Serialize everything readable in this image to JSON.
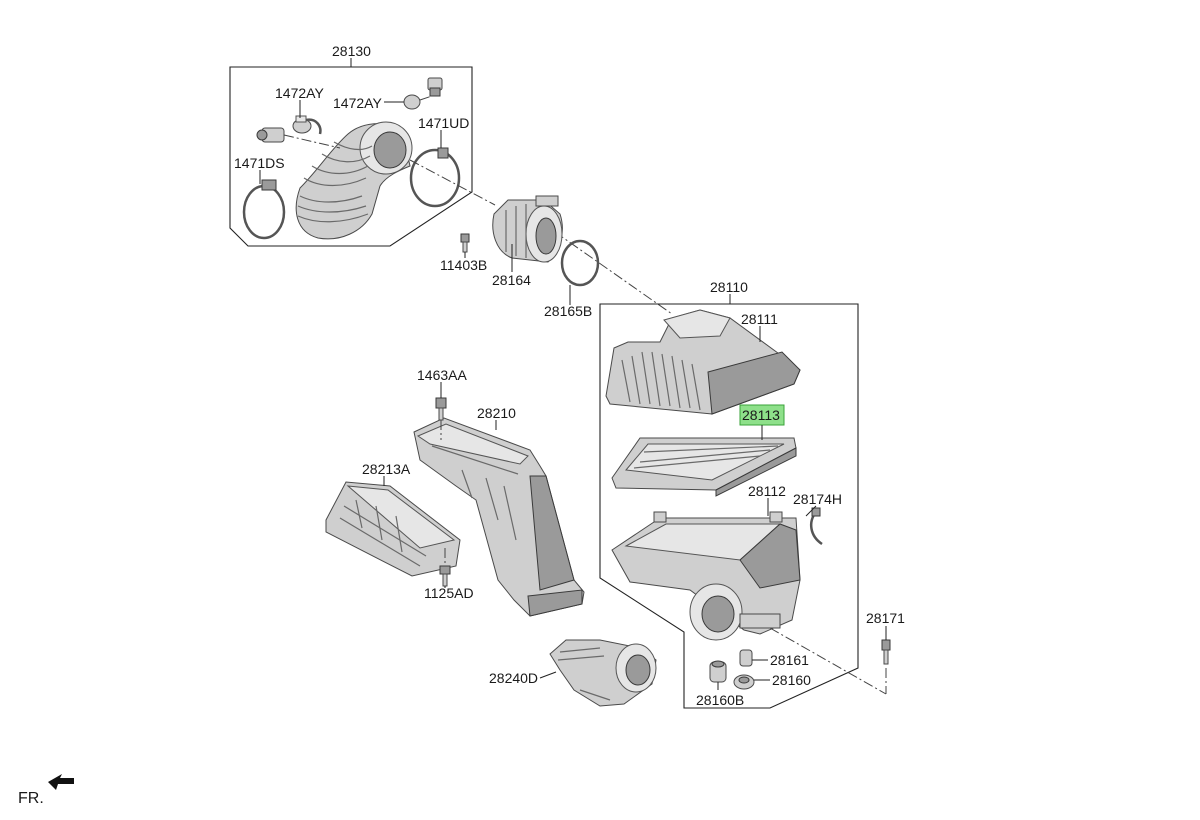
{
  "diagram": {
    "highlight_color": "#8ee08a",
    "labels": {
      "p28130": "28130",
      "p1472AY_a": "1472AY",
      "p1472AY_b": "1472AY",
      "p1471UD": "1471UD",
      "p1471DS": "1471DS",
      "p11403B": "11403B",
      "p28164": "28164",
      "p28165B": "28165B",
      "p28110": "28110",
      "p28111": "28111",
      "p28113": "28113",
      "p28112": "28112",
      "p28174H": "28174H",
      "p1463AA": "1463AA",
      "p28210": "28210",
      "p28213A": "28213A",
      "p1125AD": "1125AD",
      "p28171": "28171",
      "p28161": "28161",
      "p28160": "28160",
      "p28160B": "28160B",
      "p28240D": "28240D"
    },
    "front_indicator": "FR.",
    "highlighted_part": "28113"
  }
}
